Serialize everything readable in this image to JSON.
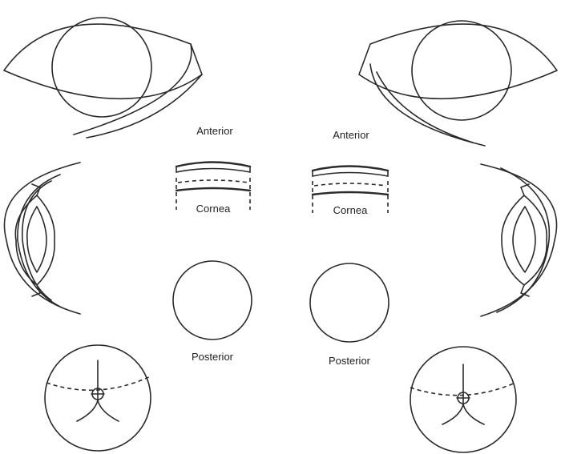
{
  "labels": {
    "left_anterior": "Anterior",
    "left_cornea": "Cornea",
    "left_posterior": "Posterior",
    "right_anterior": "Anterior",
    "right_cornea": "Cornea",
    "right_posterior": "Posterior"
  }
}
